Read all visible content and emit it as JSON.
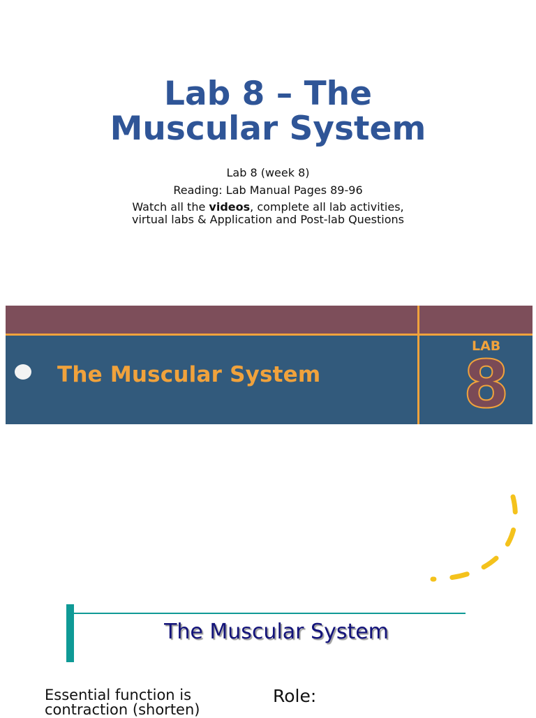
{
  "header": {
    "title_line1": "Lab 8 – The",
    "title_line2": "Muscular System",
    "title_color": "#2f5597"
  },
  "intro": {
    "line1": "Lab 8 (week 8)",
    "line2": "Reading: Lab Manual Pages 89-96",
    "line3_before": "Watch all the ",
    "line3_bold": "videos",
    "line3_after": ", complete all lab activities,",
    "line4": "virtual labs & Application and Post-lab Questions"
  },
  "banner": {
    "title": "The Muscular System",
    "lab_label": "LAB",
    "lab_number": "8",
    "colors": {
      "body": "#325a7c",
      "top_strip": "#7d4e5a",
      "accent": "#f0a23c"
    }
  },
  "section": {
    "title": "The Muscular System",
    "title_color": "#13137a",
    "accent_color": "#0f9a96"
  },
  "content": {
    "left_line1": "Essential function is",
    "left_line2": "contraction (shorten)",
    "right_heading": "Role:"
  },
  "decoration": {
    "icon": "dashed-arc",
    "color": "#f4c21c"
  }
}
